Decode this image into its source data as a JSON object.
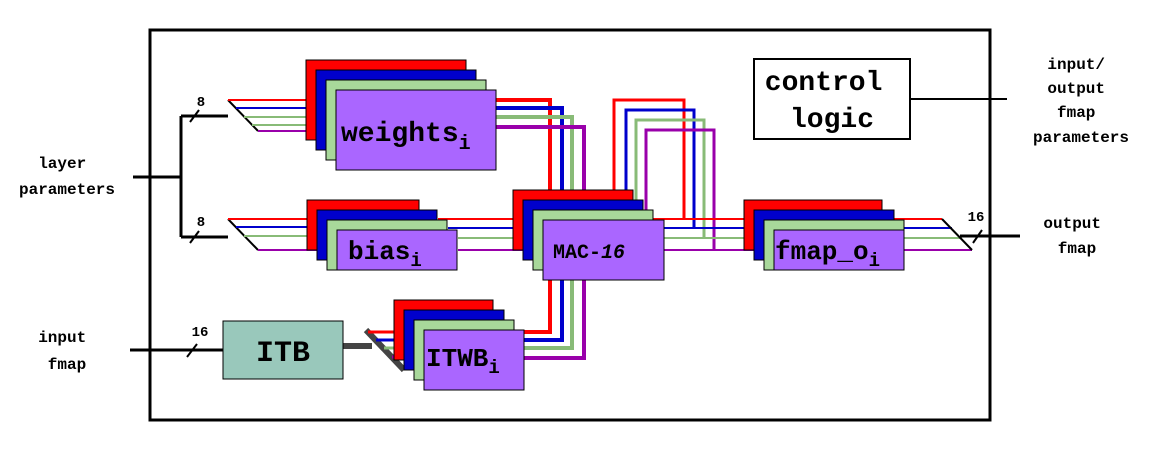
{
  "labels": {
    "layer_parameters": [
      "layer",
      "parameters"
    ],
    "input_fmap": [
      "input",
      "fmap"
    ],
    "output_fmap": [
      "output",
      "fmap"
    ],
    "io_params": [
      "input/",
      "output",
      "fmap",
      "parameters"
    ],
    "bus_width_weights": "8",
    "bus_width_bias": "8",
    "bus_width_input": "16",
    "bus_width_output": "16"
  },
  "blocks": {
    "control_logic": [
      "control",
      "logic"
    ],
    "weights": {
      "base": "weights",
      "sub": "i"
    },
    "bias": {
      "base": "bias",
      "sub": "i"
    },
    "mac": {
      "base": "MAC-",
      "italic": "16"
    },
    "fmap_o": {
      "base": "fmap_o",
      "sub": "i"
    },
    "itb": "ITB",
    "itwb": {
      "base": "ITWB",
      "sub": "i"
    }
  },
  "colors": {
    "red": "#ff0000",
    "blue": "#0000cc",
    "green": "#88bb77",
    "green_fill": "#a8d89a",
    "purple": "#9900aa",
    "purple_fill": "#aa66ff",
    "itb_fill": "#99c8bb"
  }
}
